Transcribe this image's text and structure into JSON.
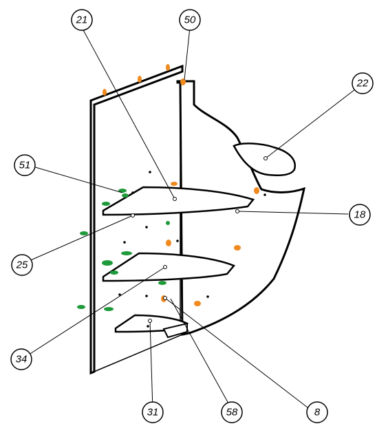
{
  "diagram": {
    "callouts": [
      {
        "id": "c21",
        "label": "21"
      },
      {
        "id": "c50",
        "label": "50"
      },
      {
        "id": "c22",
        "label": "22"
      },
      {
        "id": "c51",
        "label": "51"
      },
      {
        "id": "c18",
        "label": "18"
      },
      {
        "id": "c25",
        "label": "25"
      },
      {
        "id": "c34",
        "label": "34"
      },
      {
        "id": "c31",
        "label": "31"
      },
      {
        "id": "c58",
        "label": "58"
      },
      {
        "id": "c8",
        "label": "8"
      }
    ],
    "colors": {
      "line": "#000000",
      "panel": "#ffffff",
      "fastener_orange": "#f08a1e",
      "fastener_green": "#1f9a3a"
    }
  }
}
